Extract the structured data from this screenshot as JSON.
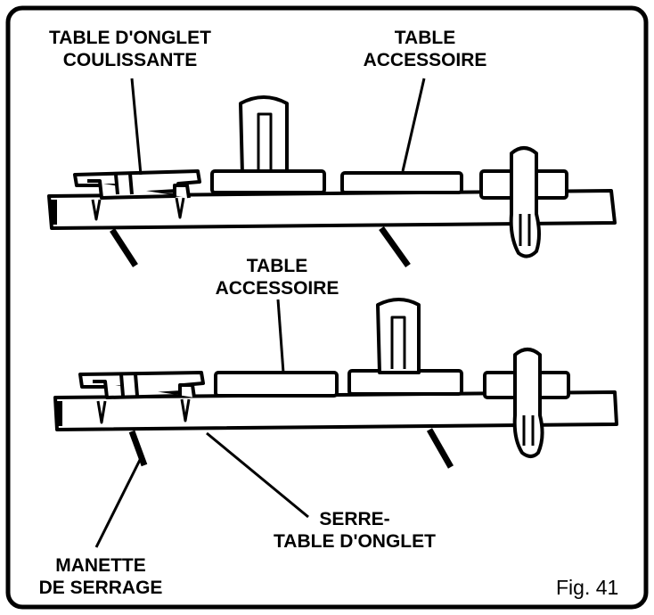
{
  "labels": {
    "sliding_miter_table": [
      "TABLE D'ONGLET",
      "COULISSANTE"
    ],
    "accessory_table_top": [
      "TABLE",
      "ACCESSOIRE"
    ],
    "accessory_table_bottom": [
      "TABLE",
      "ACCESSOIRE"
    ],
    "miter_table_clamp": [
      "SERRE-",
      "TABLE D'ONGLET"
    ],
    "clamp_handle": [
      "MANETTE",
      "DE SERRAGE"
    ]
  },
  "figure_number": "Fig. 41",
  "colors": {
    "ink": "#000000",
    "paper": "#ffffff"
  }
}
